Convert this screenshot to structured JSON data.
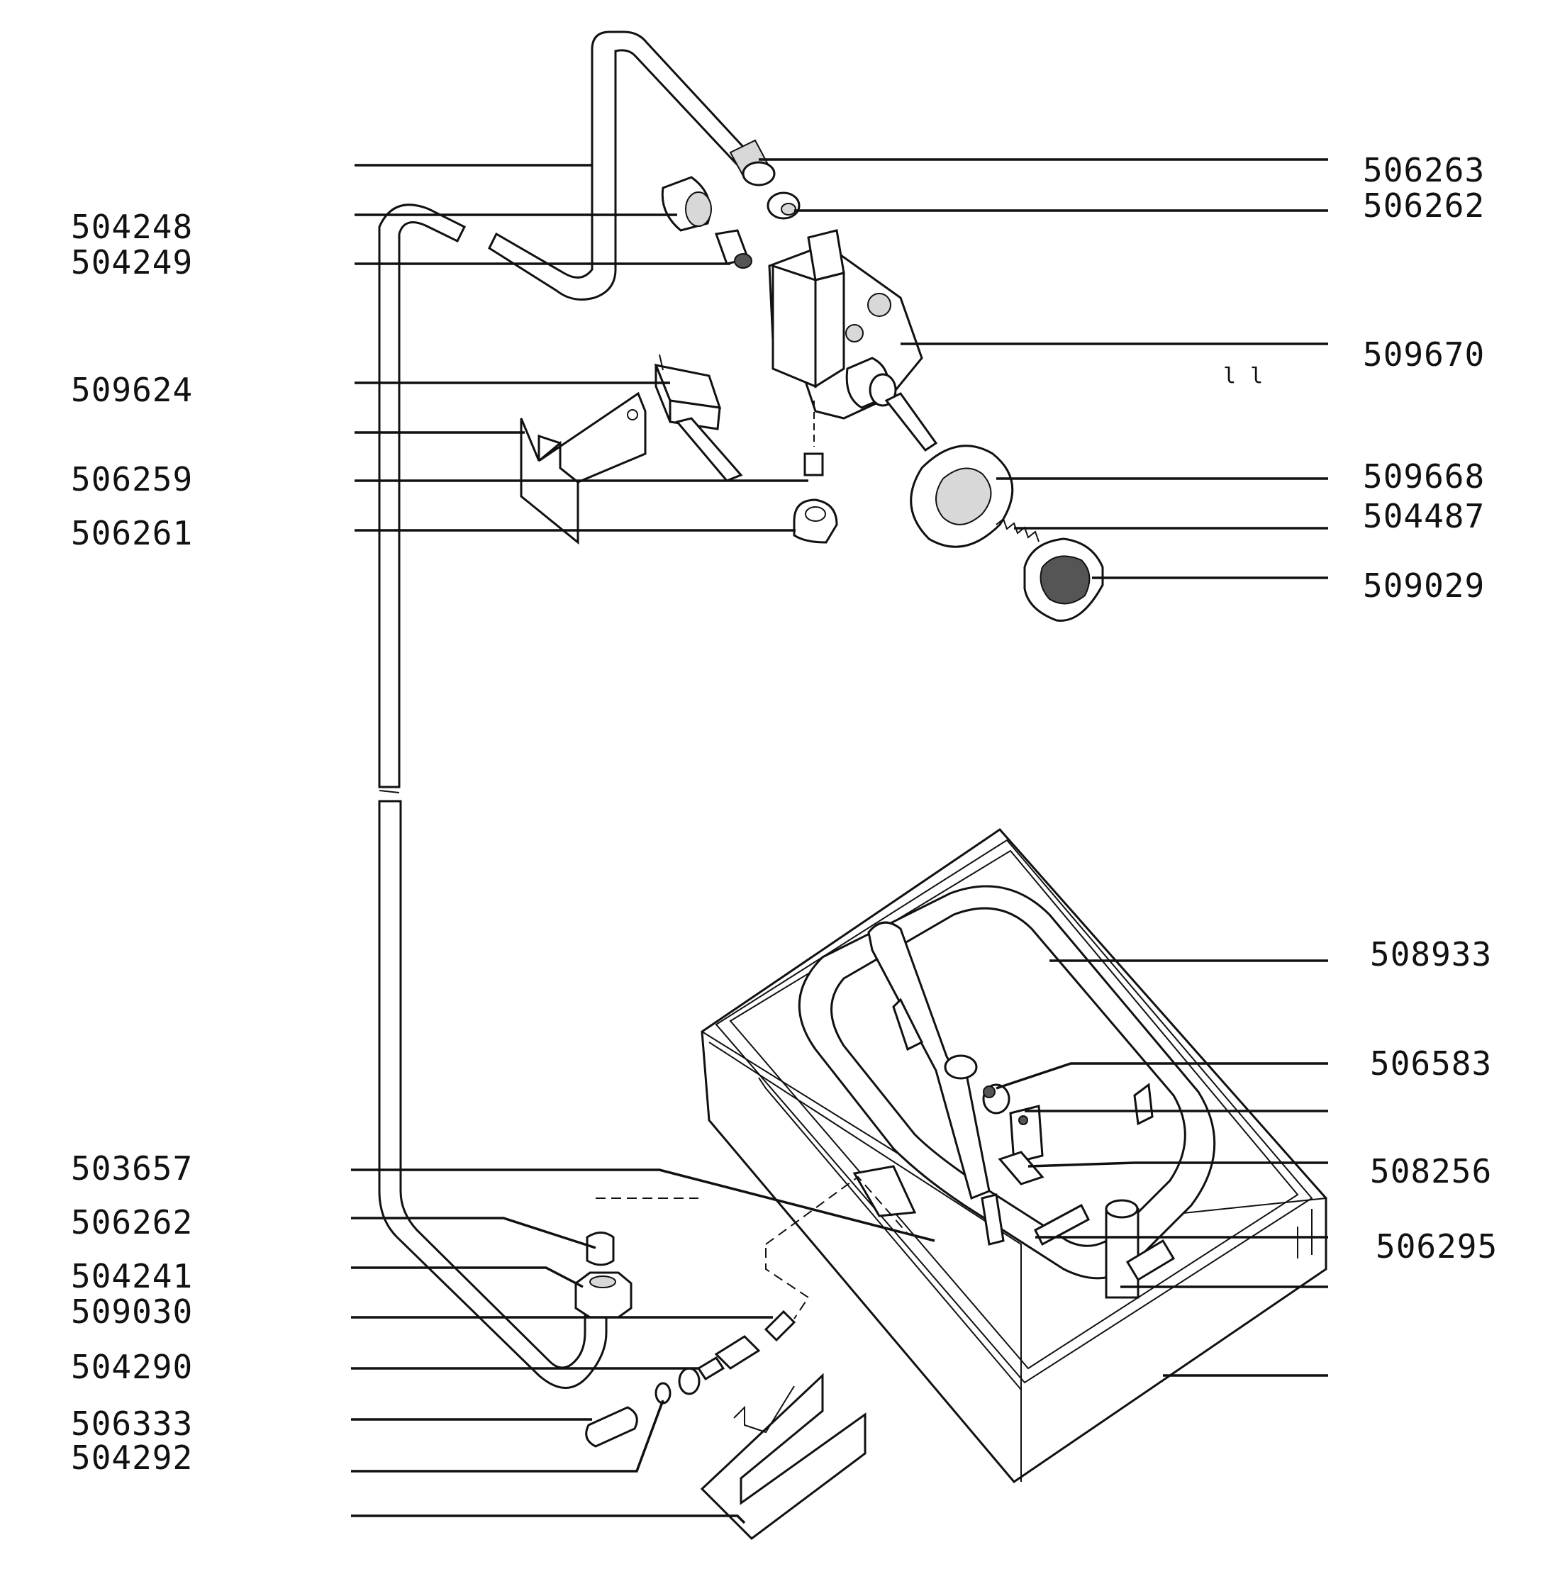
{
  "labels": {
    "left": [
      "504248",
      "504249",
      "509624",
      "506259",
      "506261",
      "503657",
      "506262",
      "504241",
      "509030",
      "504290",
      "506333",
      "504292"
    ],
    "right": [
      "506263",
      "506262",
      "509670",
      "509668",
      "504487",
      "509029",
      "508933",
      "506583",
      "508256",
      "506295"
    ]
  },
  "annotations": {
    "mark": "l l"
  }
}
